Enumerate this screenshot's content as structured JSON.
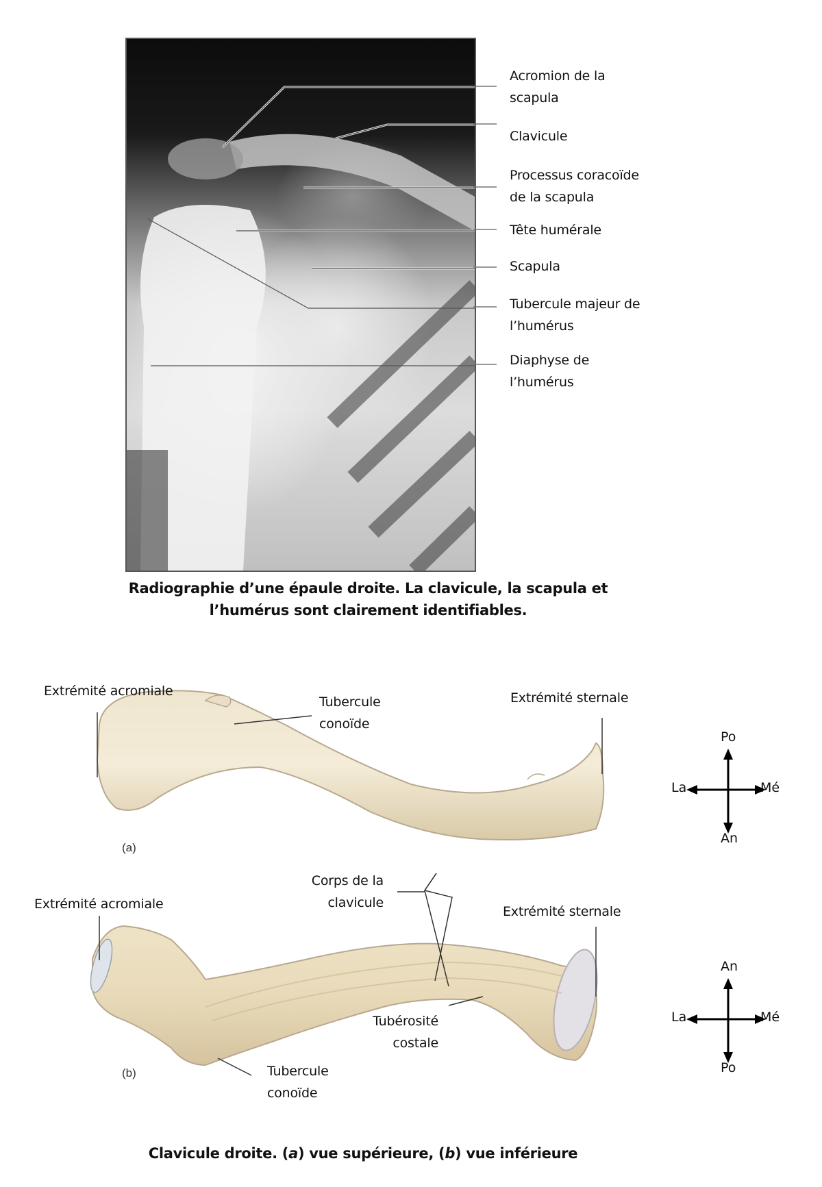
{
  "radiograph": {
    "labels": [
      {
        "lines": [
          "Acromion de la",
          "scapula"
        ]
      },
      {
        "lines": [
          "Clavicule"
        ]
      },
      {
        "lines": [
          "Processus coracoïde",
          "de la scapula"
        ]
      },
      {
        "lines": [
          "Tête humérale"
        ]
      },
      {
        "lines": [
          "Scapula"
        ]
      },
      {
        "lines": [
          "Tubercule majeur de",
          "l’humérus"
        ]
      },
      {
        "lines": [
          "Diaphyse de",
          "l’humérus"
        ]
      }
    ],
    "caption": {
      "line1": "Radiographie d’une épaule droite. La clavicule, la scapula et",
      "line2": "l’humérus sont clairement identifiables."
    }
  },
  "clavicle": {
    "view_a": {
      "tag": "(a)",
      "acromial_end": "Extrémité acromiale",
      "sternal_end": "Extrémité sternale",
      "conoid_tubercle": [
        "Tubercule",
        "conoïde"
      ],
      "compass": {
        "up": "Po",
        "down": "An",
        "left": "La",
        "right": "Mé"
      }
    },
    "shared": {
      "body": [
        "Corps de la",
        "clavicule"
      ]
    },
    "view_b": {
      "tag": "(b)",
      "acromial_end": "Extrémité acromiale",
      "sternal_end": "Extrémité sternale",
      "costal_tuberosity": [
        "Tubérosité",
        "costale"
      ],
      "conoid_tubercle": [
        "Tubercule",
        "conoïde"
      ],
      "compass": {
        "up": "An",
        "down": "Po",
        "left": "La",
        "right": "Mé"
      }
    },
    "caption": {
      "prefix": "Clavicule droite. (",
      "a": "a",
      "mid1": ") vue supérieure, (",
      "b": "b",
      "mid2": ") vue inférieure"
    }
  }
}
